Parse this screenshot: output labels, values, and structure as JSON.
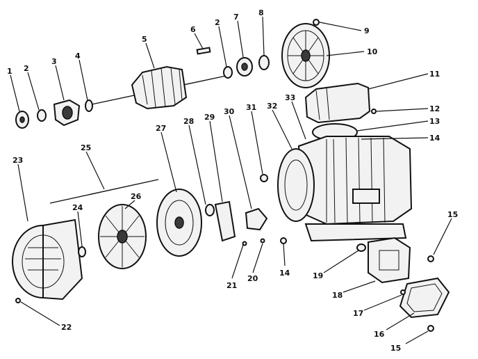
{
  "labels": {
    "p1": "1",
    "p2a": "2",
    "p3": "3",
    "p4": "4",
    "p5": "5",
    "p6": "6",
    "p2b": "2",
    "p7": "7",
    "p8": "8",
    "p9": "9",
    "p10": "10",
    "p11": "11",
    "p12": "12",
    "p13": "13",
    "p14a": "14",
    "p15a": "15",
    "p23": "23",
    "p25": "25",
    "p27": "27",
    "p28": "28",
    "p29": "29",
    "p30": "30",
    "p31": "31",
    "p32": "32",
    "p33": "33",
    "p24": "24",
    "p26": "26",
    "p21": "21",
    "p20": "20",
    "p14b": "14",
    "p19": "19",
    "p18": "18",
    "p17": "17",
    "p16": "16",
    "p15b": "15",
    "p22": "22"
  }
}
